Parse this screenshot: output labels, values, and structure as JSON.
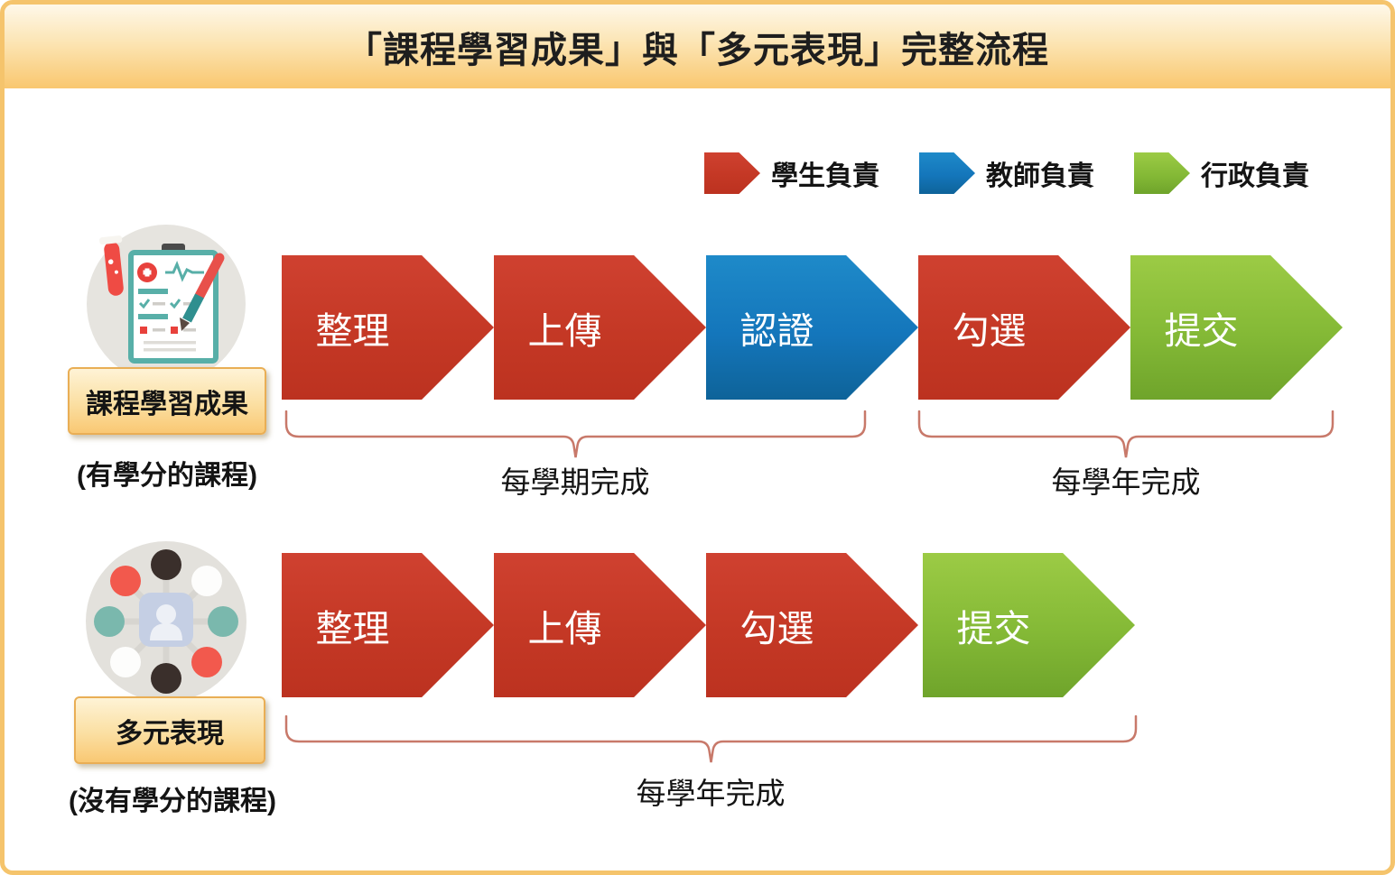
{
  "title": "「課程學習成果」與「多元表現」完整流程",
  "legend": {
    "items": [
      {
        "id": "student",
        "label": "學生負責",
        "color": "#C63A27"
      },
      {
        "id": "teacher",
        "label": "教師負責",
        "color": "#1578BE"
      },
      {
        "id": "admin",
        "label": "行政負責",
        "color": "#8ABE37"
      }
    ]
  },
  "rows": [
    {
      "label": "課程學習成果",
      "sublabel": "(有學分的課程)",
      "icon": "clipboard-report-icon",
      "steps": [
        {
          "label": "整理",
          "owner": "student"
        },
        {
          "label": "上傳",
          "owner": "student"
        },
        {
          "label": "認證",
          "owner": "teacher"
        },
        {
          "label": "勾選",
          "owner": "student"
        },
        {
          "label": "提交",
          "owner": "admin"
        }
      ],
      "braces": [
        {
          "label": "每學期完成",
          "from_step": 0,
          "to_step": 2
        },
        {
          "label": "每學年完成",
          "from_step": 3,
          "to_step": 4
        }
      ]
    },
    {
      "label": "多元表現",
      "sublabel": "(沒有學分的課程)",
      "icon": "people-network-icon",
      "steps": [
        {
          "label": "整理",
          "owner": "student"
        },
        {
          "label": "上傳",
          "owner": "student"
        },
        {
          "label": "勾選",
          "owner": "student"
        },
        {
          "label": "提交",
          "owner": "admin"
        }
      ],
      "braces": [
        {
          "label": "每學年完成",
          "from_step": 0,
          "to_step": 3
        }
      ]
    }
  ],
  "colors": {
    "student": "#C63A27",
    "teacher": "#1578BE",
    "admin": "#8ABE37",
    "brace": "#C8796A",
    "page_border": "#F5C46C",
    "title_gradient_top": "#FEF7E6",
    "title_gradient_bottom": "#F9C76F",
    "label_box_border": "#E9AE55"
  }
}
